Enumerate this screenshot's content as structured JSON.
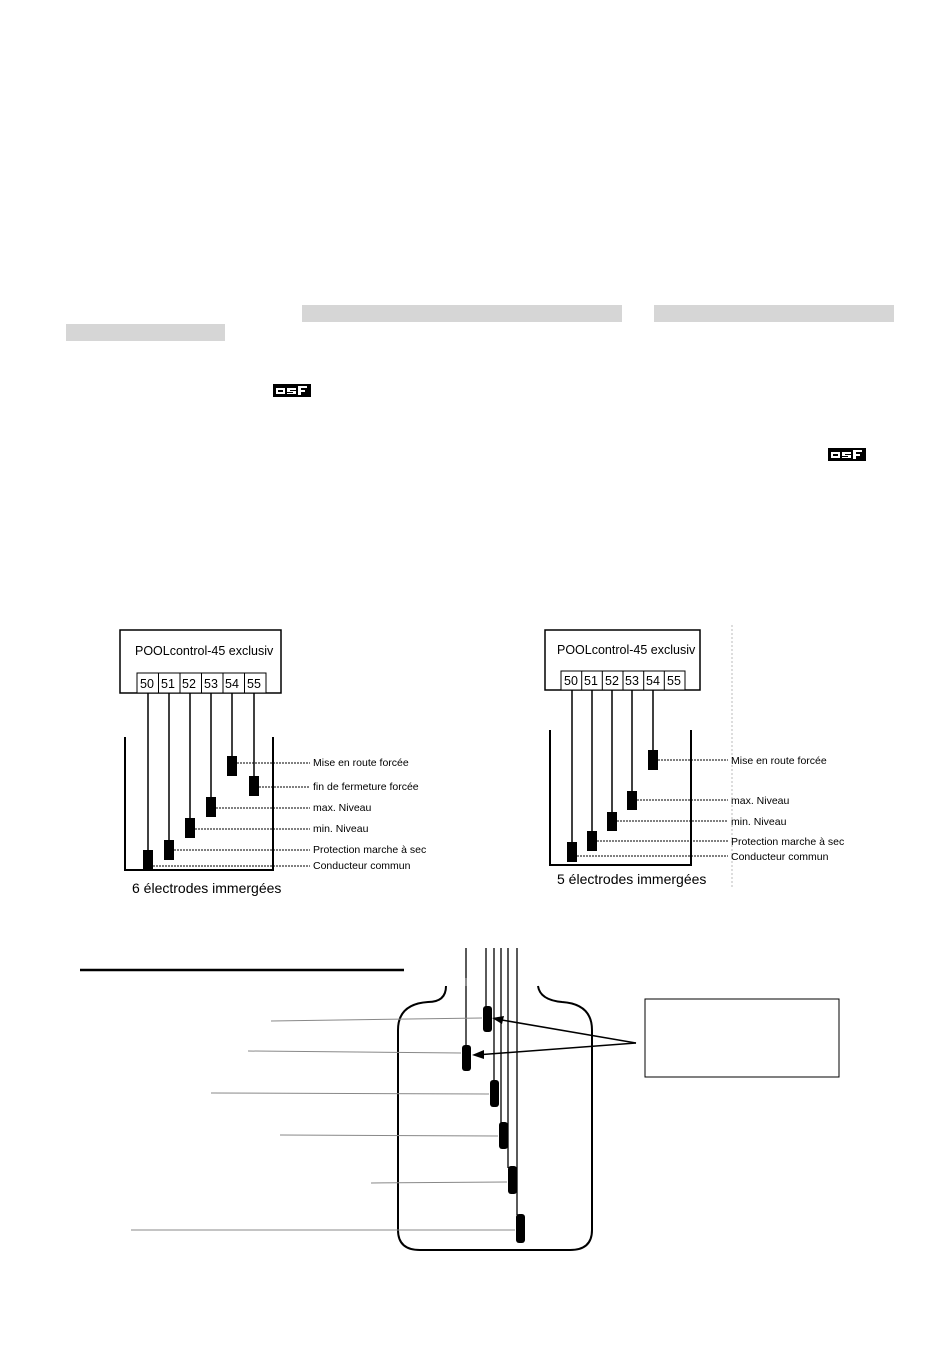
{
  "left_diagram": {
    "controller": "POOLcontrol-45 exclusiv",
    "terminals": [
      "50",
      "51",
      "52",
      "53",
      "54",
      "55"
    ],
    "labels": [
      "Mise en route forcée",
      "fin de fermeture forcée",
      "max. Niveau",
      "min. Niveau",
      "Protection marche à sec",
      "Conducteur commun"
    ],
    "caption": "6 électrodes immergées"
  },
  "right_diagram": {
    "controller": "POOLcontrol-45 exclusiv",
    "terminals": [
      "50",
      "51",
      "52",
      "53",
      "54",
      "55"
    ],
    "labels": [
      "Mise en route forcée",
      "max. Niveau",
      "min. Niveau",
      "Protection marche à sec",
      "Conducteur commun"
    ],
    "caption": "5 électrodes immergées"
  },
  "logos": [
    "osf-logo",
    "osf-logo"
  ],
  "colors": {
    "highlight_bar": "#d6d6d6",
    "ink": "#000000"
  }
}
